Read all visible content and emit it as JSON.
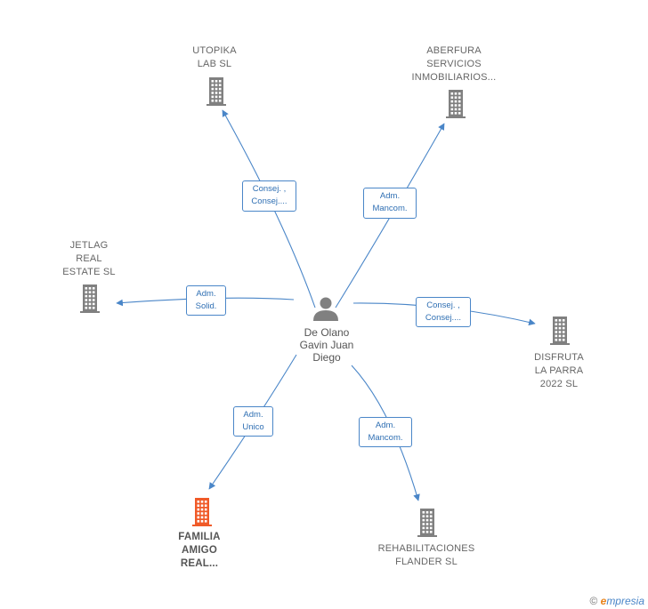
{
  "center": {
    "name_lines": [
      "De Olano",
      "Gavin Juan",
      "Diego"
    ]
  },
  "companies": [
    {
      "id": "utopika",
      "label_lines": [
        "UTOPIKA",
        "LAB  SL"
      ],
      "relation_lines": [
        "Consej. ,",
        "Consej...."
      ],
      "highlight": false
    },
    {
      "id": "aberfura",
      "label_lines": [
        "ABERFURA",
        "SERVICIOS",
        "INMOBILIARIOS..."
      ],
      "relation_lines": [
        "Adm.",
        "Mancom."
      ],
      "highlight": false
    },
    {
      "id": "jetlag",
      "label_lines": [
        "JETLAG",
        "REAL",
        "ESTATE  SL"
      ],
      "relation_lines": [
        "Adm.",
        "Solid."
      ],
      "highlight": false
    },
    {
      "id": "disfruta",
      "label_lines": [
        "DISFRUTA",
        "LA PARRA",
        "2022  SL"
      ],
      "relation_lines": [
        "Consej. ,",
        "Consej...."
      ],
      "highlight": false
    },
    {
      "id": "familia",
      "label_lines": [
        "FAMILIA",
        "AMIGO",
        "REAL..."
      ],
      "relation_lines": [
        "Adm.",
        "Unico"
      ],
      "highlight": true
    },
    {
      "id": "rehabilitaciones",
      "label_lines": [
        "REHABILITACIONES",
        "FLANDER  SL"
      ],
      "relation_lines": [
        "Adm.",
        "Mancom."
      ],
      "highlight": false
    }
  ],
  "colors": {
    "edge": "#4a86c8",
    "building": "#808080",
    "building_highlight": "#f05a28",
    "person": "#808080"
  },
  "icons": {
    "company": "building-icon",
    "person": "person-icon",
    "copyright": "copyright-icon"
  },
  "footer": {
    "copyright_symbol": "©",
    "brand_first": "e",
    "brand_rest": "mpresia"
  }
}
